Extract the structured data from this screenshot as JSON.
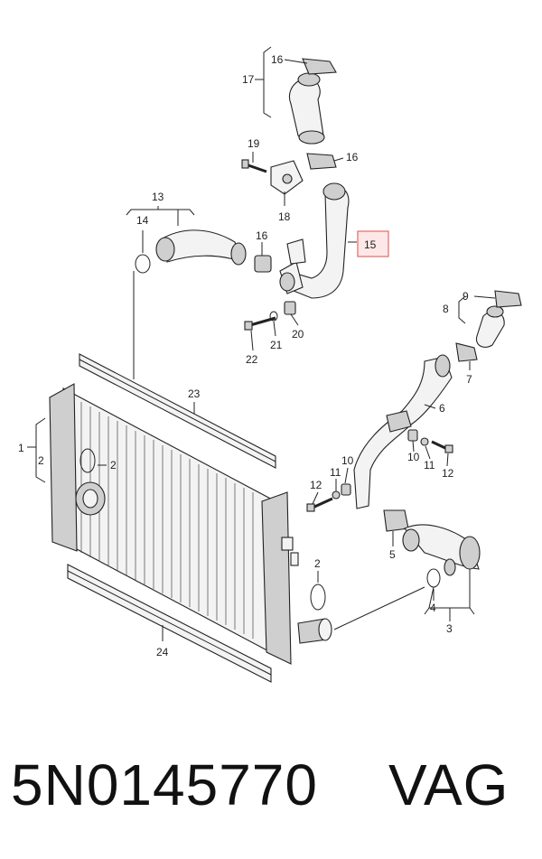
{
  "diagram": {
    "callouts": [
      "1",
      "2",
      "2",
      "2",
      "3",
      "4",
      "5",
      "6",
      "7",
      "8",
      "9",
      "10",
      "10",
      "11",
      "11",
      "12",
      "12",
      "13",
      "14",
      "15",
      "16",
      "16",
      "16",
      "17",
      "18",
      "19",
      "20",
      "21",
      "22",
      "23",
      "24"
    ],
    "highlighted_callout": "15",
    "highlight_color": "#e06a6a",
    "highlight_fill": "#fde7e7"
  },
  "footer": {
    "part_number": "5N0145770",
    "brand": "VAG"
  }
}
